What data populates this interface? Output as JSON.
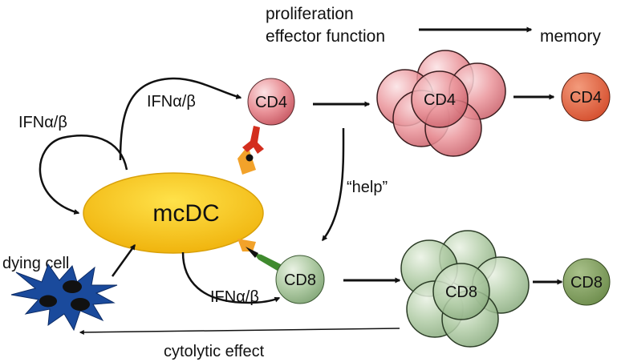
{
  "labels": {
    "proliferation": "proliferation",
    "effector_function": "effector function",
    "memory": "memory",
    "ifn_top": "IFNα/β",
    "ifn_left": "IFNα/β",
    "ifn_bottom": "IFNα/β",
    "help": "“help”",
    "dying_cell": "dying cell",
    "cytolytic_effect": "cytolytic effect",
    "mcdc": "mcDC",
    "cd4_naive": "CD4",
    "cd4_cluster": "CD4",
    "cd4_memory": "CD4",
    "cd8_naive": "CD8",
    "cd8_cluster": "CD8",
    "cd8_memory": "CD8"
  },
  "colors": {
    "cd4_fill": "#e3787f",
    "cd4_memory_fill": "#dd5a3c",
    "cd8_fill": "#a6c49b",
    "cd8_memory_fill": "#7f9f5c",
    "mcdc_fill": "#f4c41a",
    "dying_cell_fill": "#1a4a9c",
    "receptor_red": "#d32e1e",
    "receptor_green": "#3f8a2e",
    "receptor_orange": "#f2a22a"
  }
}
